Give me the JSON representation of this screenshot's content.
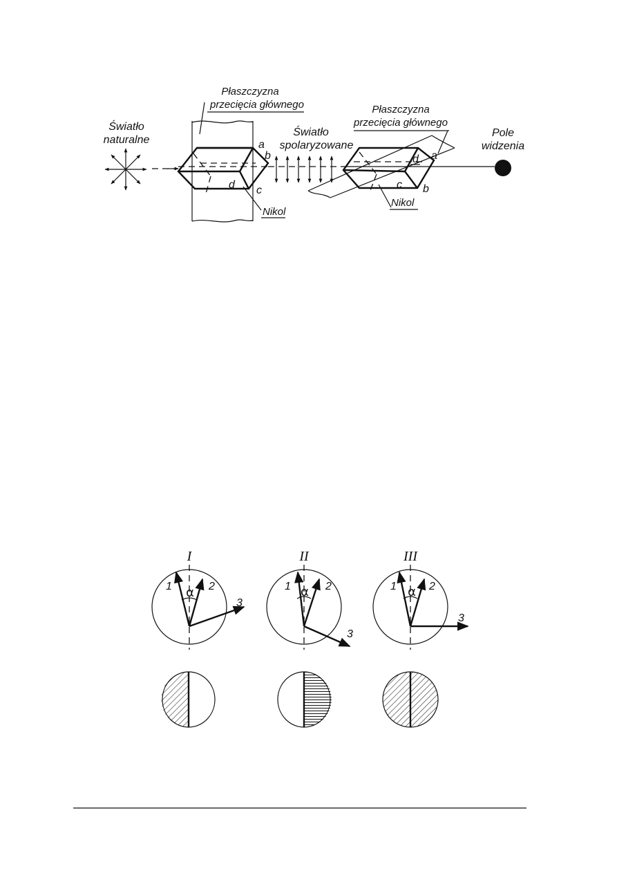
{
  "figure1": {
    "label_natural_1": "Światło",
    "label_natural_2": "naturalne",
    "label_plane1_1": "Płaszczyzna",
    "label_plane1_2": "przecięcia głównego",
    "label_polarized_1": "Światło",
    "label_polarized_2": "spolaryzowane",
    "label_plane2_1": "Płaszczyzna",
    "label_plane2_2": "przecięcia głównego",
    "label_field_1": "Pole",
    "label_field_2": "widzenia",
    "nikol1_label": "Nikol",
    "nikol2_label": "Nikol",
    "n1_a": "a",
    "n1_b": "b",
    "n1_c": "c",
    "n1_d": "d",
    "n2_a": "a",
    "n2_b": "b",
    "n2_c": "c",
    "n2_d": "d"
  },
  "figure2": {
    "panels": [
      {
        "numeral": "I",
        "v1": "1",
        "v2": "2",
        "v3": "3",
        "angle": "α",
        "field": "left-half-hatched"
      },
      {
        "numeral": "II",
        "v1": "1",
        "v2": "2",
        "v3": "3",
        "angle": "α",
        "field": "right-half-hatched"
      },
      {
        "numeral": "III",
        "v1": "1",
        "v2": "2",
        "v3": "3",
        "angle": "α",
        "field": "fully-hatched"
      }
    ]
  }
}
